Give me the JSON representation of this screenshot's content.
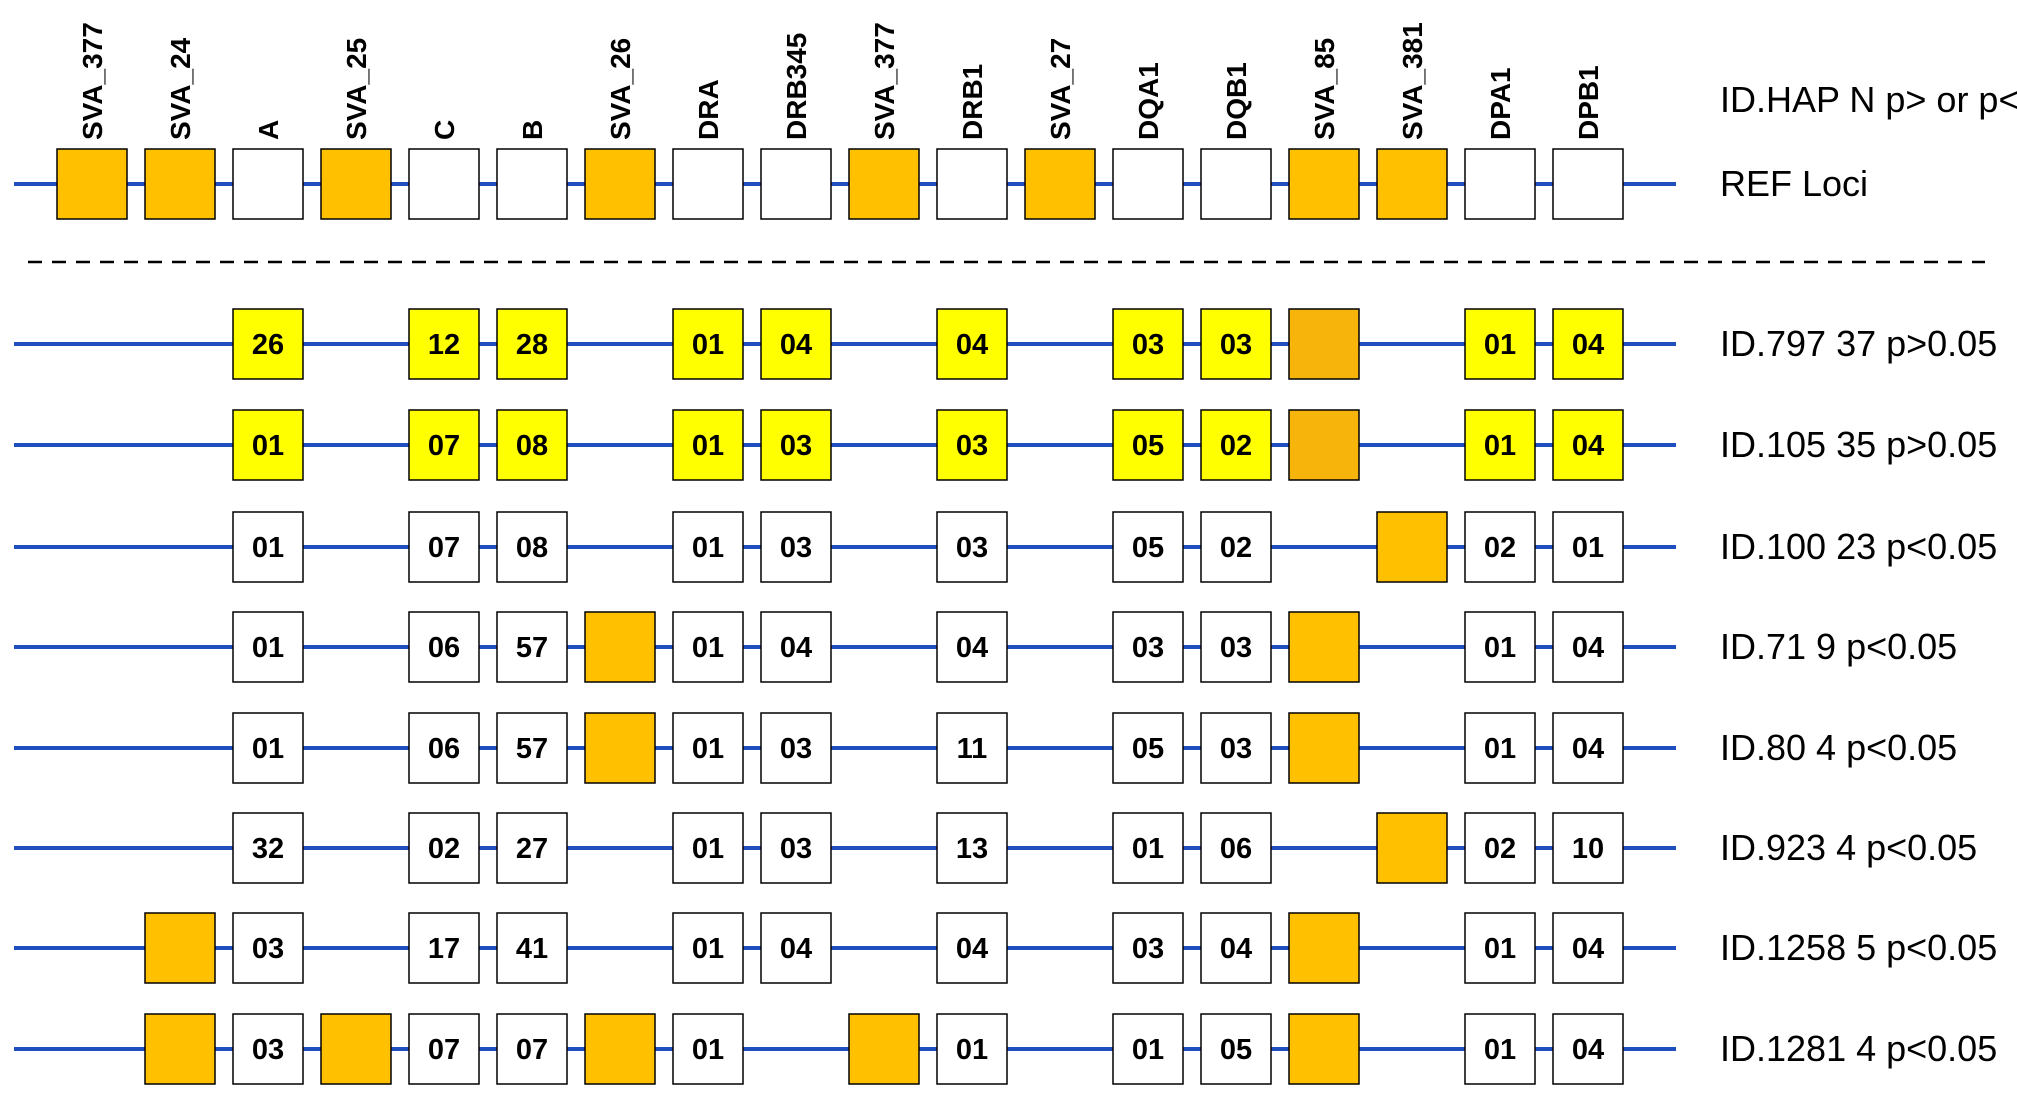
{
  "header_label": "ID.HAP N p> or p<",
  "loci": [
    "SVA_377",
    "SVA_24",
    "A",
    "SVA_25",
    "C",
    "B",
    "SVA_26",
    "DRA",
    "DRB345",
    "SVA_377",
    "DRB1",
    "SVA_27",
    "DQA1",
    "DQB1",
    "SVA_85",
    "SVA_381",
    "DPA1",
    "DPB1"
  ],
  "locus_kinds": [
    "sva",
    "sva",
    "gene",
    "sva",
    "gene",
    "gene",
    "sva",
    "gene",
    "gene",
    "sva",
    "gene",
    "sva",
    "gene",
    "gene",
    "sva",
    "sva",
    "gene",
    "gene"
  ],
  "colors": {
    "line": "#1f4fbf",
    "sva_fill": "#ffc000",
    "sva_fill_dark": "#f7b40b",
    "highlight_fill": "#ffff00",
    "box_fill": "#ffffff",
    "box_stroke": "#000000"
  },
  "rows": [
    {
      "label": "REF Loci",
      "highlight": false,
      "cells": [
        "sva",
        "sva",
        "box",
        "sva",
        "box",
        "box",
        "sva",
        "box",
        "box",
        "sva",
        "box",
        "sva",
        "box",
        "box",
        "sva",
        "sva",
        "box",
        "box"
      ]
    },
    {
      "label": "ID.797  37 p>0.05",
      "highlight": true,
      "cells": [
        null,
        null,
        "26",
        null,
        "12",
        "28",
        null,
        "01",
        "04",
        null,
        "04",
        null,
        "03",
        "03",
        "sva",
        null,
        "01",
        "04"
      ]
    },
    {
      "label": "ID.105 35 p>0.05",
      "highlight": true,
      "cells": [
        null,
        null,
        "01",
        null,
        "07",
        "08",
        null,
        "01",
        "03",
        null,
        "03",
        null,
        "05",
        "02",
        "sva",
        null,
        "01",
        "04"
      ]
    },
    {
      "label": "ID.100 23  p<0.05",
      "highlight": false,
      "cells": [
        null,
        null,
        "01",
        null,
        "07",
        "08",
        null,
        "01",
        "03",
        null,
        "03",
        null,
        "05",
        "02",
        null,
        "sva",
        "02",
        "01"
      ]
    },
    {
      "label": "ID.71  9 p<0.05",
      "highlight": false,
      "cells": [
        null,
        null,
        "01",
        null,
        "06",
        "57",
        "sva",
        "01",
        "04",
        null,
        "04",
        null,
        "03",
        "03",
        "sva",
        null,
        "01",
        "04"
      ]
    },
    {
      "label": "ID.80  4 p<0.05",
      "highlight": false,
      "cells": [
        null,
        null,
        "01",
        null,
        "06",
        "57",
        "sva",
        "01",
        "03",
        null,
        "11",
        null,
        "05",
        "03",
        "sva",
        null,
        "01",
        "04"
      ]
    },
    {
      "label": "ID.923  4 p<0.05",
      "highlight": false,
      "cells": [
        null,
        null,
        "32",
        null,
        "02",
        "27",
        null,
        "01",
        "03",
        null,
        "13",
        null,
        "01",
        "06",
        null,
        "sva",
        "02",
        "10"
      ]
    },
    {
      "label": "ID.1258  5 p<0.05",
      "highlight": false,
      "cells": [
        null,
        "sva",
        "03",
        null,
        "17",
        "41",
        null,
        "01",
        "04",
        null,
        "04",
        null,
        "03",
        "04",
        "sva",
        null,
        "01",
        "04"
      ]
    },
    {
      "label": "ID.1281  4 p<0.05",
      "highlight": false,
      "cells": [
        null,
        "sva",
        "03",
        "sva",
        "07",
        "07",
        "sva",
        "01",
        null,
        "sva",
        "01",
        null,
        "01",
        "05",
        "sva",
        null,
        "01",
        "04"
      ]
    }
  ]
}
